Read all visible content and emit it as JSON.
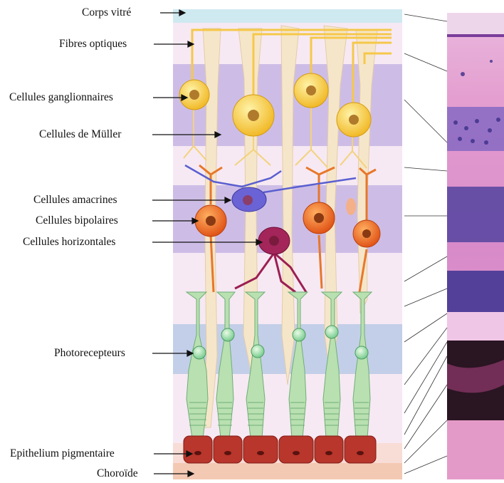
{
  "labels": {
    "vitreous": "Corps vitré",
    "optic_fibers": "Fibres optiques",
    "ganglion_cells": "Cellules ganglionnaires",
    "muller_cells": "Cellules de Müller",
    "amacrine_cells": "Cellules amacrines",
    "bipolar_cells": "Cellules bipolaires",
    "horizontal_cells": "Cellules horizontales",
    "photoreceptors": "Photorecepteurs",
    "pigment_epithelium": "Epithelium pigmentaire",
    "choroid": "Choroïde"
  },
  "colors": {
    "vitreous_band": "#cfe9f0",
    "light_band": "#f6e9f3",
    "violet_band": "#cdbde6",
    "blue_band": "#c3cfe8",
    "muller": "#f6e6c9",
    "ganglion": "#f2c232",
    "bipolar": "#e8561c",
    "amacrine": "#5a5fd0",
    "horizontal": "#9c1f52",
    "photoreceptor": "#b9e0b0",
    "pigment": "#b8362c",
    "choroid_band": "#f4c9b4",
    "histology_pink": "#e7a9d3"
  }
}
